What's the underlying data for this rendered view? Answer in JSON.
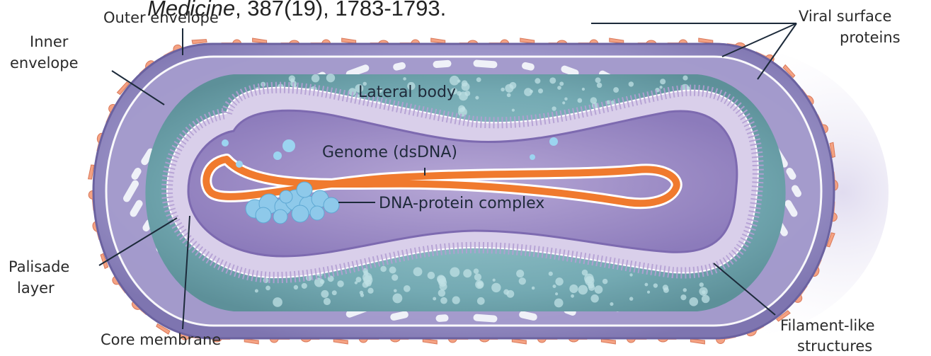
{
  "citation": {
    "journal": "Medicine",
    "rest": ", 387(19), 1783-1793."
  },
  "labels": {
    "outer_envelope": "Outer envelope",
    "inner_envelope_line1": "Inner",
    "inner_envelope_line2": "envelope",
    "viral_surface_line1": "Viral surface",
    "viral_surface_line2": "proteins",
    "lateral_body": "Lateral body",
    "genome": "Genome (dsDNA)",
    "dna_protein": "DNA-protein complex",
    "palisade_line1": "Palisade",
    "palisade_line2": "layer",
    "core_membrane": "Core membrane",
    "filament_line1": "Filament-like",
    "filament_line2": "structures"
  },
  "colors": {
    "outer_envelope": "#8e86bf",
    "inner_body": "#5f9aa6",
    "palisade": "#c9b5dd",
    "core": "#9a86c2",
    "genome": "#f07a2e",
    "surface_protein": "#f4a283",
    "dna_protein_complex": "#8ec9ea"
  }
}
